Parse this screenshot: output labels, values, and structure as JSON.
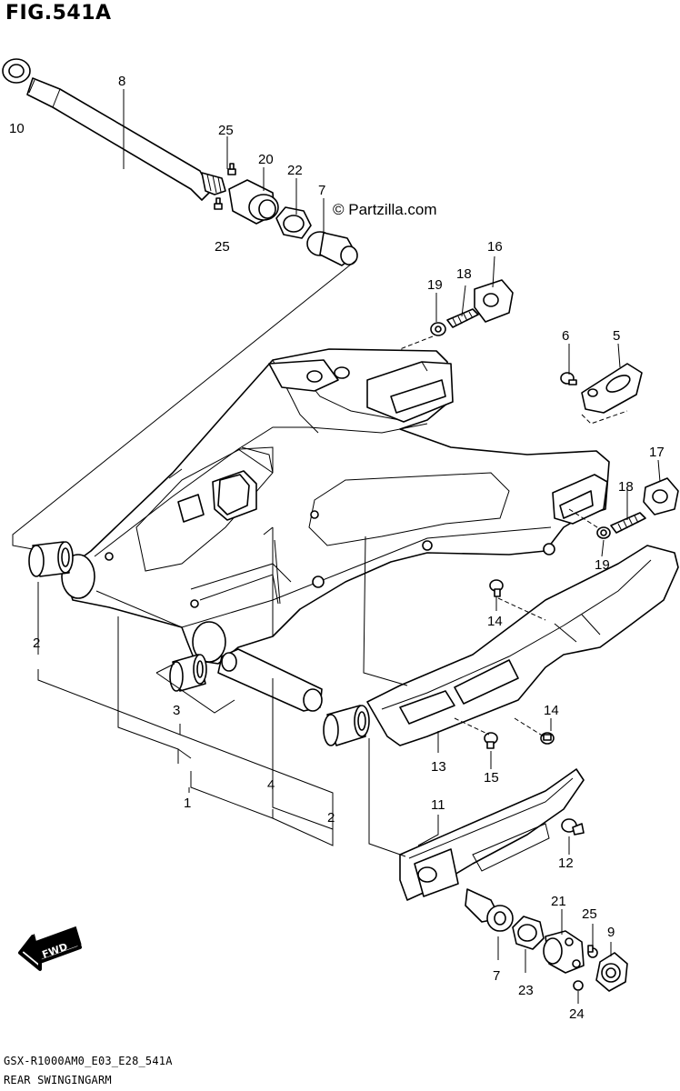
{
  "figure": {
    "title": "FIG.541A",
    "watermark": "© Partzilla.com",
    "model_code": "GSX-R1000AM0_E03_E28_541A",
    "section_name": "REAR SWINGINGARM",
    "direction_badge": "FWD"
  },
  "callouts": {
    "c1": "1",
    "c2a": "2",
    "c2b": "2",
    "c3": "3",
    "c4": "4",
    "c5": "5",
    "c6": "6",
    "c7a": "7",
    "c7b": "7",
    "c8": "8",
    "c9": "9",
    "c10": "10",
    "c11": "11",
    "c12": "12",
    "c13": "13",
    "c14a": "14",
    "c14b": "14",
    "c15": "15",
    "c16": "16",
    "c17": "17",
    "c18a": "18",
    "c18b": "18",
    "c19a": "19",
    "c19b": "19",
    "c20": "20",
    "c21": "21",
    "c22": "22",
    "c23": "23",
    "c24": "24",
    "c25a": "25",
    "c25b": "25",
    "c25c": "25"
  }
}
